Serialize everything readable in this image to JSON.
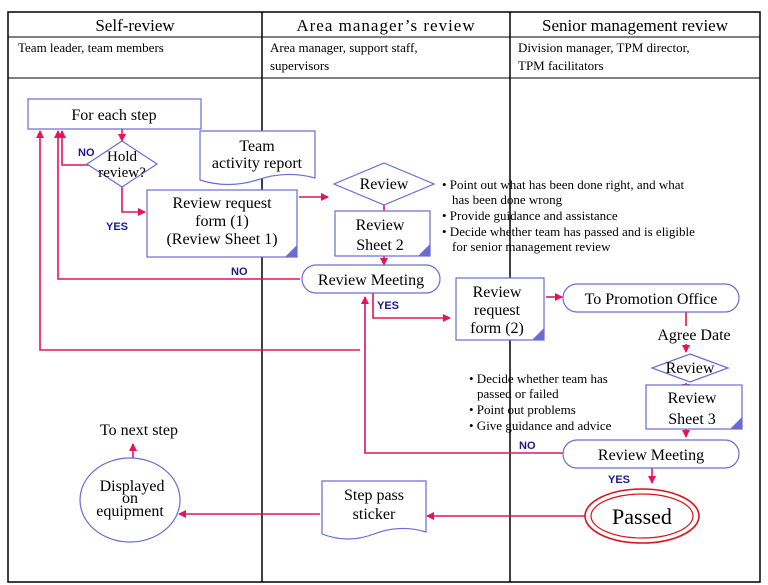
{
  "columns": [
    {
      "title": "Self-review",
      "subtitle": [
        "Team leader, team members"
      ]
    },
    {
      "title": "Area manager’s review",
      "subtitle": [
        "Area manager, support staff,",
        "supervisors"
      ]
    },
    {
      "title": "Senior management review",
      "subtitle": [
        "Division manager, TPM director,",
        "TPM facilitators"
      ]
    }
  ],
  "nodes": {
    "for_each_step": "For each step",
    "hold_review": [
      "Hold",
      "review?"
    ],
    "team_activity_report": [
      "Team",
      "activity report"
    ],
    "review_request_1": [
      "Review request",
      "form (1)",
      "(Review Sheet 1)"
    ],
    "review_diamond_1": "Review",
    "review_sheet_2": [
      "Review",
      "Sheet 2"
    ],
    "review_meeting_1": "Review Meeting",
    "review_request_2": [
      "Review",
      "request",
      "form (2)"
    ],
    "to_promotion_office": "To Promotion Office",
    "agree_date": "Agree Date",
    "review_diamond_2": "Review",
    "review_sheet_3": [
      "Review",
      "Sheet 3"
    ],
    "review_meeting_2": "Review Meeting",
    "passed": "Passed",
    "step_pass_sticker": [
      "Step pass",
      "sticker"
    ],
    "displayed_on_equipment": [
      "Displayed",
      "on",
      "equipment"
    ],
    "to_next_step": "To next step"
  },
  "labels": {
    "no_1": "NO",
    "yes_1": "YES",
    "no_2": "NO",
    "yes_2": "YES",
    "no_3": "NO",
    "yes_3": "YES"
  },
  "notes_area": [
    "• Point out what has been done right, and what",
    "has been done wrong",
    "• Provide guidance and assistance",
    "• Decide whether team has passed and is eligible",
    "for senior management review"
  ],
  "notes_senior": [
    "• Decide whether team has",
    "passed or failed",
    "• Point out problems",
    "• Give guidance and advice"
  ],
  "colors": {
    "arrow": "#e8125c",
    "box_border": "#6b6bd6",
    "label": "#1a1a8c",
    "passed_ring": "#d9141c"
  }
}
